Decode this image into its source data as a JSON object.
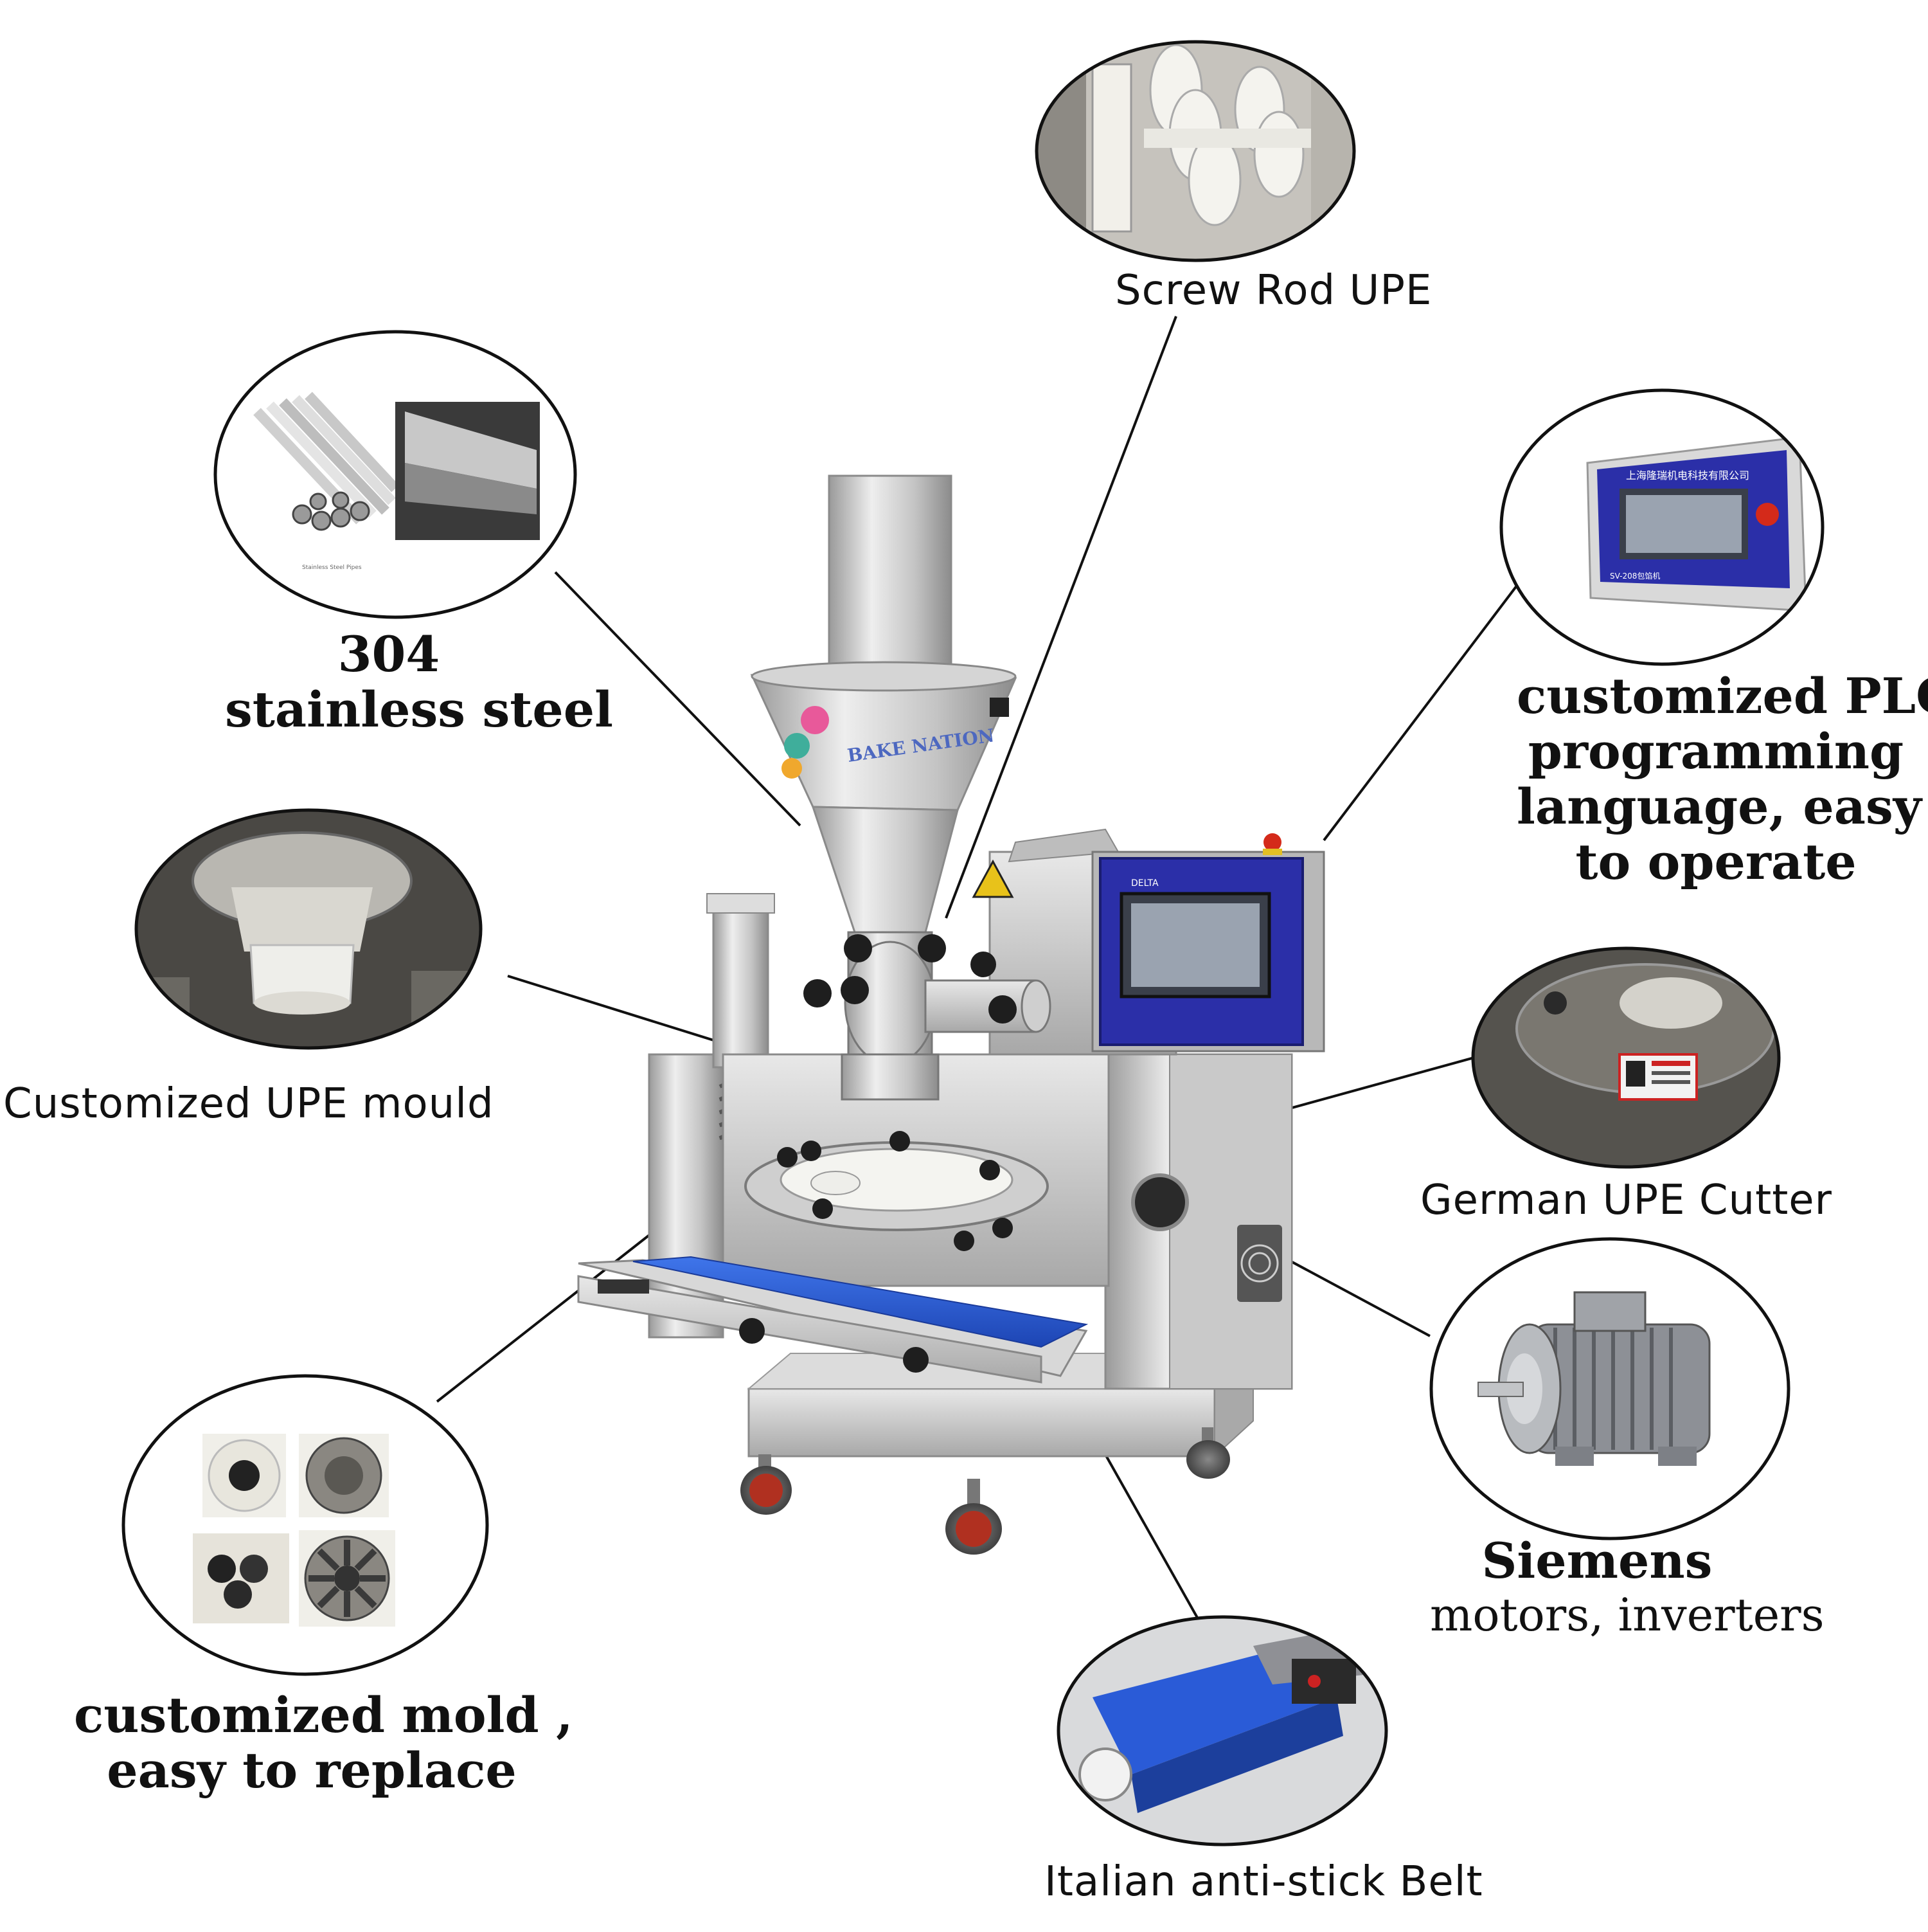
{
  "brand": {
    "logo_text": "BAKE NATION"
  },
  "hmi": {
    "company_text": "上海隆瑞机电科技有限公司",
    "model_text": "SV-208包馅机",
    "panel_brand": "DELTA"
  },
  "callouts": {
    "screw_rod": "Screw Rod UPE",
    "steel_line1": "304",
    "steel_line2": "stainless steel",
    "plc_line1": "customized PLC",
    "plc_line2": "programming",
    "plc_line3": "language, easy",
    "plc_line4": "to operate",
    "mould": "Customized UPE mould",
    "cutter": "German UPE Cutter",
    "siemens_line1": "Siemens",
    "siemens_line2": "motors, inverters",
    "mold_line1": "customized mold ,",
    "mold_line2": "easy to replace",
    "belt": "Italian anti-stick Belt"
  },
  "colors": {
    "steel_light": "#e3e3e3",
    "steel_mid": "#b8b8b8",
    "steel_dark": "#7a7a7a",
    "belt_blue": "#2a5bd7",
    "panel_blue": "#2b2fa8",
    "screen": "#9aa3b0",
    "knob": "#1e1e1e",
    "wheel_red": "#b03020",
    "upe_white": "#eeeeea"
  }
}
